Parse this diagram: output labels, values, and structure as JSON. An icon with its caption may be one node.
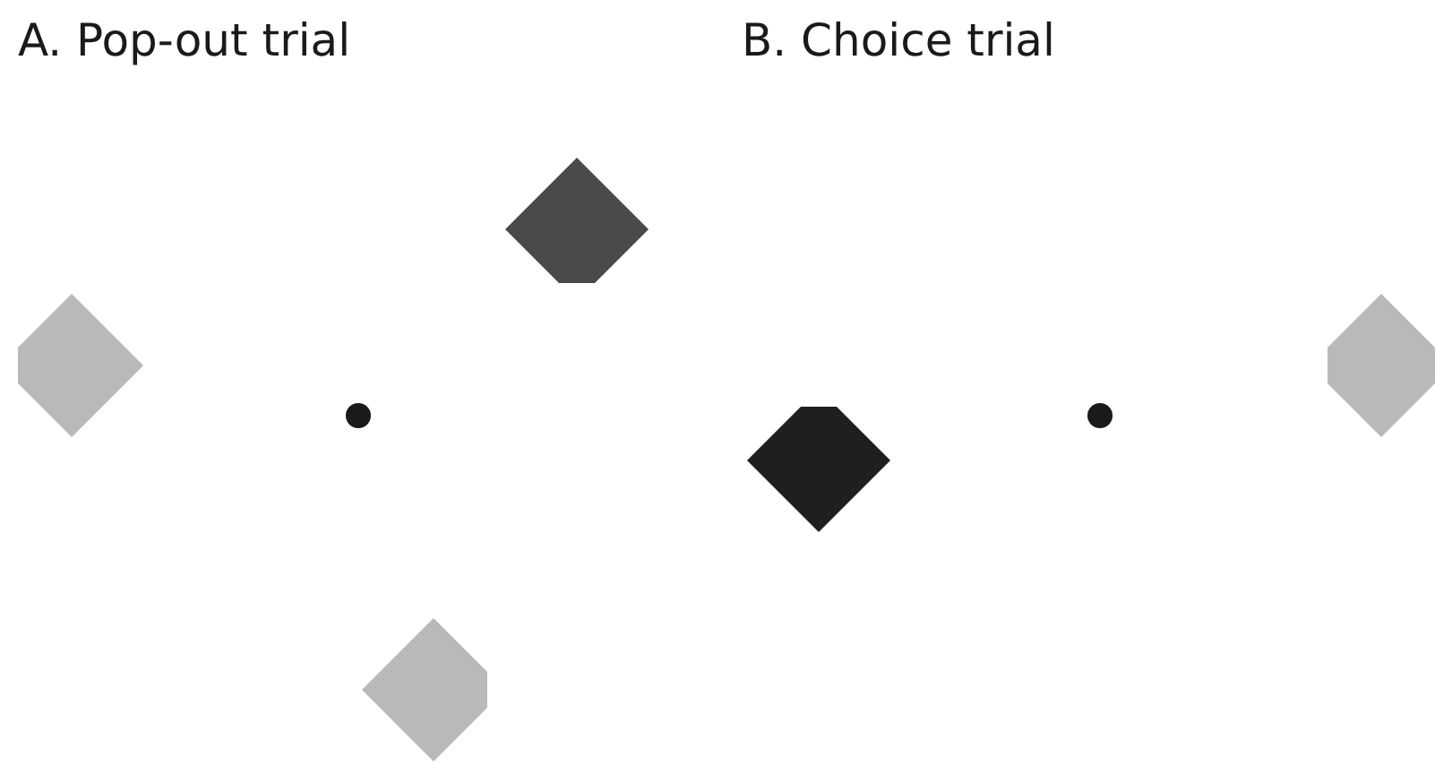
{
  "diagram": {
    "nodes": [
      {
        "text": [],
        "shape": "diamond"
      },
      {
        "text": [],
        "shape": "circle"
      },
      {
        "text": [],
        "shape": "diamond"
      },
      {
        "text": [],
        "shape": "diamond"
      },
      {
        "text": [],
        "shape": "diamond"
      },
      {
        "text": [],
        "shape": "circle"
      },
      {
        "text": [],
        "shape": "diamond"
      }
    ],
    "labels": [
      "A. Pop-out trial",
      "B. Choice trial"
    ]
  }
}
